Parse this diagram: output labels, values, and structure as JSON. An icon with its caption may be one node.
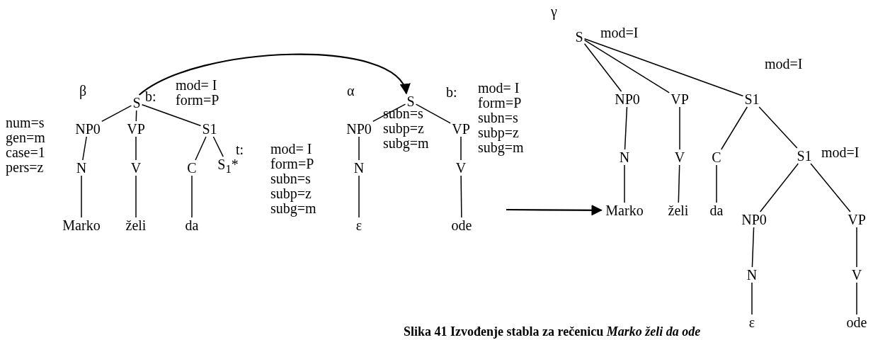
{
  "diagram": {
    "caption": "Slika 41 Izvođenje stabla za rečenicu *Marko želi da ode*",
    "nodes": [
      {
        "text": [
          "S"
        ],
        "beside": [
          "b:",
          "mod= I form=P"
        ]
      },
      {
        "text": [
          "NP0"
        ],
        "beside": [
          "num=s gen=m case=1 pers=z"
        ]
      },
      {
        "text": [
          "VP"
        ]
      },
      {
        "text": [
          "S1"
        ]
      },
      {
        "text": [
          "N"
        ]
      },
      {
        "text": [
          "V"
        ]
      },
      {
        "text": [
          "C"
        ]
      },
      {
        "text": [
          "S$_{1}$*"
        ],
        "beside": [
          "t:",
          "mod= I form=P subn=s subp=z subg=m"
        ]
      },
      {
        "text": [
          "Marko"
        ]
      },
      {
        "text": [
          "želi"
        ]
      },
      {
        "text": [
          "da"
        ]
      },
      {
        "text": [
          "S"
        ],
        "beside": [
          "b:"
        ]
      },
      {
        "text": [
          "NP0"
        ]
      },
      {
        "text": [
          "VP"
        ]
      },
      {
        "text": [
          "N"
        ]
      },
      {
        "text": [
          "V"
        ]
      },
      {
        "text": [
          "ε"
        ]
      },
      {
        "text": [
          "ode"
        ]
      },
      {
        "text": [
          "S"
        ],
        "beside": [
          "mod=I"
        ]
      },
      {
        "text": [
          "NP0"
        ]
      },
      {
        "text": [
          "VP"
        ]
      },
      {
        "text": [
          "S1"
        ],
        "beside": [
          "mod=I"
        ]
      },
      {
        "text": [
          "N"
        ]
      },
      {
        "text": [
          "V"
        ]
      },
      {
        "text": [
          "C"
        ]
      },
      {
        "text": [
          "S1"
        ],
        "beside": [
          "mod=I"
        ]
      },
      {
        "text": [
          "Marko"
        ]
      },
      {
        "text": [
          "želi"
        ]
      },
      {
        "text": [
          "da"
        ]
      },
      {
        "text": [
          "NP0"
        ]
      },
      {
        "text": [
          "VP"
        ]
      },
      {
        "text": [
          "N"
        ]
      },
      {
        "text": [
          "V"
        ]
      },
      {
        "text": [
          "ε"
        ]
      },
      {
        "text": [
          "ode"
        ]
      }
    ],
    "edges": [
      {
        "from": 0,
        "to": 1,
        "arrow": "none"
      },
      {
        "from": 0,
        "to": 2,
        "arrow": "none"
      },
      {
        "from": 0,
        "to": 3,
        "arrow": "none"
      },
      {
        "from": 1,
        "to": 4,
        "arrow": "none"
      },
      {
        "from": 2,
        "to": 5,
        "arrow": "none"
      },
      {
        "from": 3,
        "to": 6,
        "arrow": "none"
      },
      {
        "from": 3,
        "to": 7,
        "arrow": "none"
      },
      {
        "from": 4,
        "to": 8,
        "arrow": "none"
      },
      {
        "from": 5,
        "to": 9,
        "arrow": "none"
      },
      {
        "from": 6,
        "to": 10,
        "arrow": "none"
      },
      {
        "from": 0,
        "to": 11,
        "arrow": "to"
      },
      {
        "from": 11,
        "to": 12,
        "arrow": "none"
      },
      {
        "from": 11,
        "to": 13,
        "arrow": "none"
      },
      {
        "from": 12,
        "to": 14,
        "arrow": "none"
      },
      {
        "from": 13,
        "to": 15,
        "arrow": "none"
      },
      {
        "from": 14,
        "to": 16,
        "arrow": "none"
      },
      {
        "from": 15,
        "to": 17,
        "arrow": "none"
      },
      {
        "from": null,
        "to": 26,
        "arrow": "to"
      },
      {
        "from": 18,
        "to": 19,
        "arrow": "none"
      },
      {
        "from": 18,
        "to": 20,
        "arrow": "none"
      },
      {
        "from": 18,
        "to": 21,
        "arrow": "none"
      },
      {
        "from": 19,
        "to": 22,
        "arrow": "none"
      },
      {
        "from": 20,
        "to": 23,
        "arrow": "none"
      },
      {
        "from": 21,
        "to": 24,
        "arrow": "none"
      },
      {
        "from": 21,
        "to": 25,
        "arrow": "none"
      },
      {
        "from": 22,
        "to": 26,
        "arrow": "none"
      },
      {
        "from": 23,
        "to": 27,
        "arrow": "none"
      },
      {
        "from": 24,
        "to": 28,
        "arrow": "none"
      },
      {
        "from": 25,
        "to": 29,
        "arrow": "none"
      },
      {
        "from": 25,
        "to": 30,
        "arrow": "none"
      },
      {
        "from": 29,
        "to": 31,
        "arrow": "none"
      },
      {
        "from": 30,
        "to": 32,
        "arrow": "none"
      },
      {
        "from": 31,
        "to": 33,
        "arrow": "none"
      },
      {
        "from": 32,
        "to": 34,
        "arrow": "none"
      }
    ],
    "labels": [
      "β",
      "α",
      "mod= I form=P subn=s subp=z subg=m",
      "subn=s subp=z subg=m",
      "γ"
    ]
  }
}
